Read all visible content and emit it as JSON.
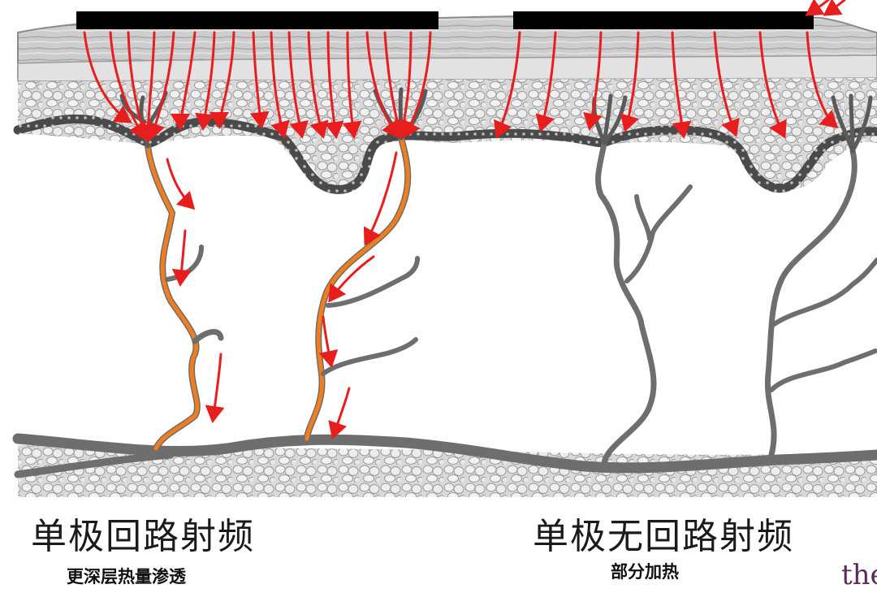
{
  "captions": {
    "left_title": "单极回路射频",
    "left_subtitle": "更深层热量渗透",
    "right_title": "单极无回路射频",
    "right_subtitle": "部分加热"
  },
  "logo": {
    "text": "the"
  },
  "colors": {
    "electrode": "#000000",
    "rf_arrow": "#e81e1e",
    "heated_vessel": "#f07d1e",
    "vessel": "#6e6e6e",
    "epidermis": "#c9c9c9",
    "fat_tissue": "#dcdcdc",
    "logo": "#5a2a5a"
  },
  "icons": [
    "electrode-bar",
    "rf-arrow",
    "blood-vessel",
    "fat-cells"
  ]
}
